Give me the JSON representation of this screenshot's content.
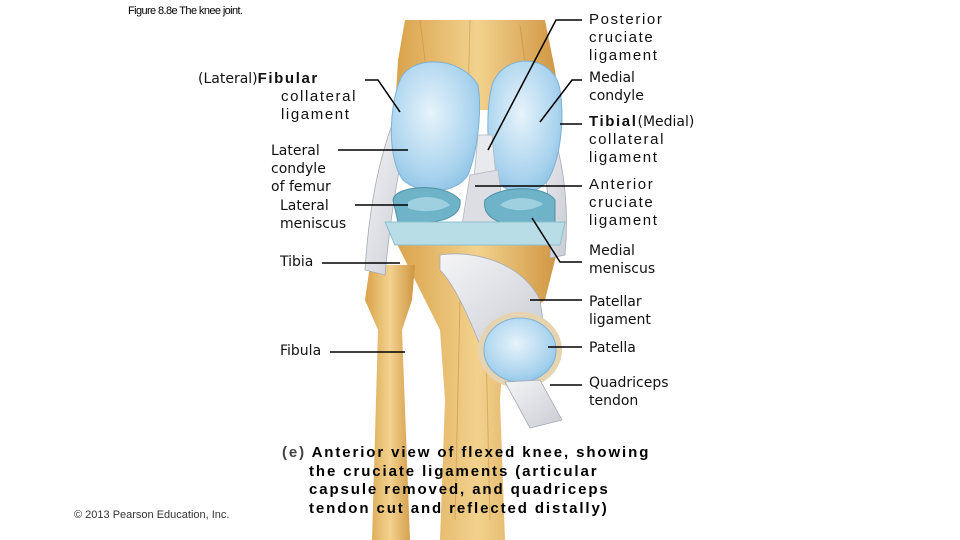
{
  "figure_title": "Figure 8.8e  The knee joint.",
  "labels": {
    "fibular": {
      "qualifier": "(Lateral)",
      "bold": "Fibular",
      "rest": "collateral\nligament"
    },
    "lateral_condyle": "Lateral\ncondyle\nof femur",
    "lateral_meniscus": "Lateral\nmeniscus",
    "tibia": "Tibia",
    "fibula": "Fibula",
    "posterior_cruciate": "Posterior\ncruciate\nligament",
    "medial_condyle": "Medial\ncondyle",
    "tibial": {
      "bold": "Tibial",
      "qualifier": "(Medial)",
      "rest": "collateral\nligament"
    },
    "anterior_cruciate": "Anterior\ncruciate\nligament",
    "medial_meniscus": "Medial\nmeniscus",
    "patellar_ligament": "Patellar\nligament",
    "patella": "Patella",
    "quadriceps_tendon": "Quadriceps\ntendon"
  },
  "caption": {
    "marker": "(e)",
    "line1": "Anterior view of flexed knee, showing",
    "line2": "the cruciate ligaments (articular",
    "line3": "capsule removed, and quadriceps",
    "line4": "tendon cut and reflected distally)"
  },
  "copyright": "© 2013 Pearson Education, Inc."
}
